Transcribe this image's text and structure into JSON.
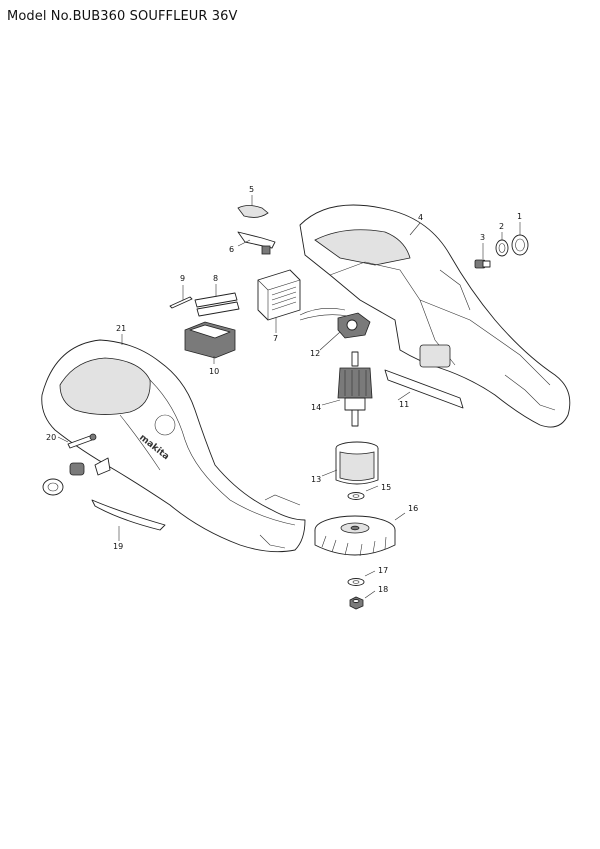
{
  "title": "Model No.BUB360 SOUFFLEUR 36V",
  "housing_brand_text": "makita",
  "callouts": [
    "1",
    "2",
    "3",
    "4",
    "5",
    "6",
    "7",
    "8",
    "9",
    "10",
    "11",
    "12",
    "13",
    "14",
    "15",
    "16",
    "17",
    "18",
    "19",
    "20",
    "21"
  ]
}
